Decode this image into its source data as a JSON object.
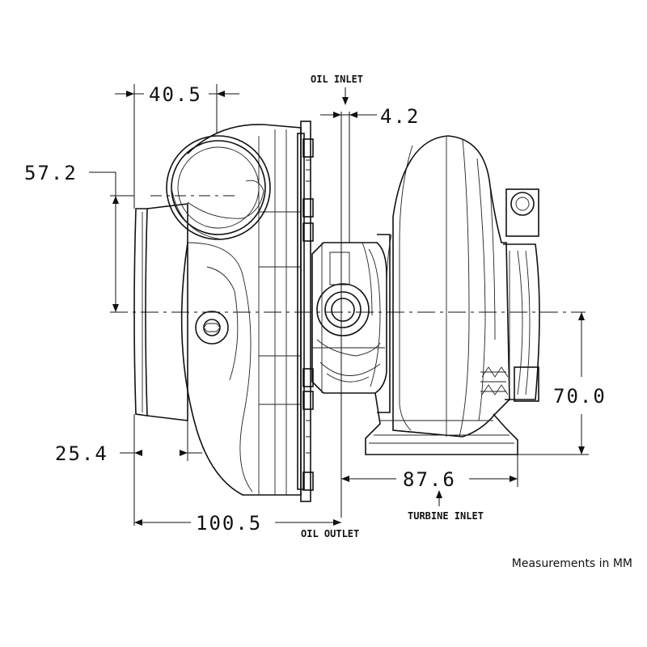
{
  "dimensions": {
    "d_40_5": "40.5",
    "d_4_2": "4.2",
    "d_57_2": "57.2",
    "d_25_4": "25.4",
    "d_100_5": "100.5",
    "d_87_6": "87.6",
    "d_70_0": "70.0"
  },
  "labels": {
    "oil_inlet": "OIL INLET",
    "oil_outlet": "OIL OUTLET",
    "turbine_inlet": "TURBINE INLET"
  },
  "note": "Measurements in MM"
}
